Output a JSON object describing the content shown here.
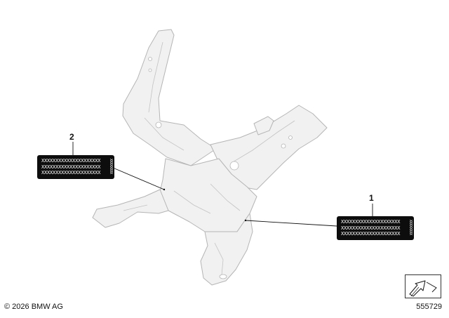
{
  "diagram": {
    "callouts": [
      {
        "number": "2",
        "label_lines": [
          "XXXXXXXXXXXXXXXXXXXXX",
          "XXXXXXXXXXXXXXXXXXXXX",
          "XXXXXXXXXXXXXXXXXXXXX"
        ],
        "label_side": "XXXXXXXX"
      },
      {
        "number": "1",
        "label_lines": [
          "XXXXXXXXXXXXXXXXXXXXX",
          "XXXXXXXXXXXXXXXXXXXXX",
          "XXXXXXXXXXXXXXXXXXXXX"
        ],
        "label_side": "XXXXXXXX"
      }
    ],
    "part_color": "#f1f1f1",
    "outline_color": "#b5b5b5",
    "label_bg": "#0d0d0d"
  },
  "footer": {
    "copyright": "© 2026 BMW AG",
    "image_number": "555729"
  },
  "nav_icon": "arrow-nav-icon"
}
